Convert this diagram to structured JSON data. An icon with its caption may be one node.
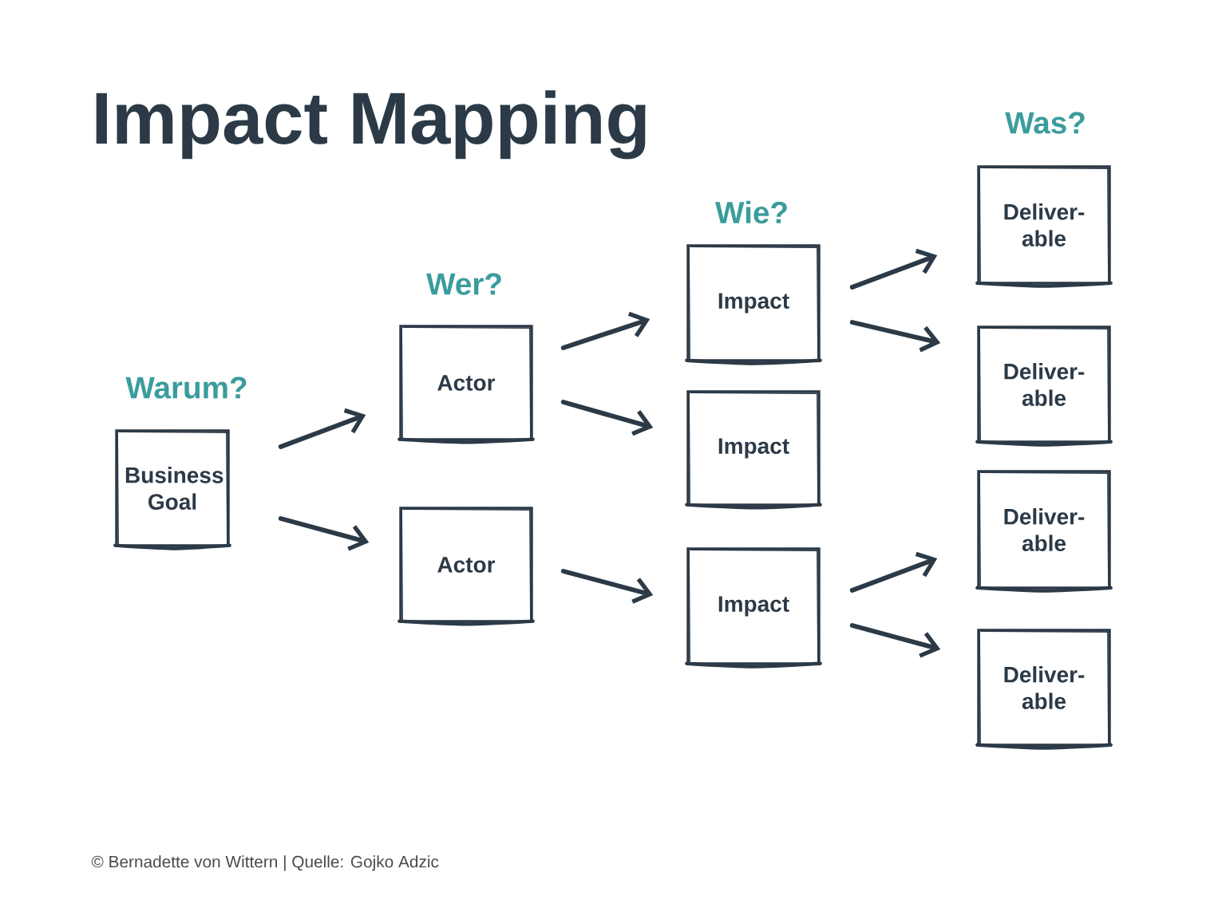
{
  "diagram": {
    "title": "Impact Mapping",
    "nodes": [
      {
        "text": [
          "Business Goal"
        ]
      },
      {
        "text": [
          "Actor"
        ]
      },
      {
        "text": [
          "Actor"
        ]
      },
      {
        "text": [
          "Impact"
        ]
      },
      {
        "text": [
          "Impact"
        ]
      },
      {
        "text": [
          "Impact"
        ]
      },
      {
        "text": [
          "Deliver- able"
        ]
      },
      {
        "text": [
          "Deliver- able"
        ]
      },
      {
        "text": [
          "Deliver- able"
        ]
      },
      {
        "text": [
          "Deliver- able"
        ]
      }
    ],
    "edges": [
      {
        "from": 0,
        "to": 1,
        "arrow": "to"
      },
      {
        "from": 0,
        "to": 2,
        "arrow": "to"
      },
      {
        "from": 1,
        "to": 3,
        "arrow": "to"
      },
      {
        "from": 1,
        "to": 4,
        "arrow": "to"
      },
      {
        "from": 2,
        "to": 5,
        "arrow": "to"
      },
      {
        "from": 3,
        "to": 6,
        "arrow": "to"
      },
      {
        "from": 3,
        "to": 7,
        "arrow": "to"
      },
      {
        "from": 5,
        "to": 8,
        "arrow": "to"
      },
      {
        "from": 5,
        "to": 9,
        "arrow": "to"
      }
    ],
    "labels": [
      "Warum?",
      "Wer?",
      "Wie?",
      "Was?",
      "© Bernadette von Wittern | Quelle: Gojko Adzic"
    ]
  }
}
